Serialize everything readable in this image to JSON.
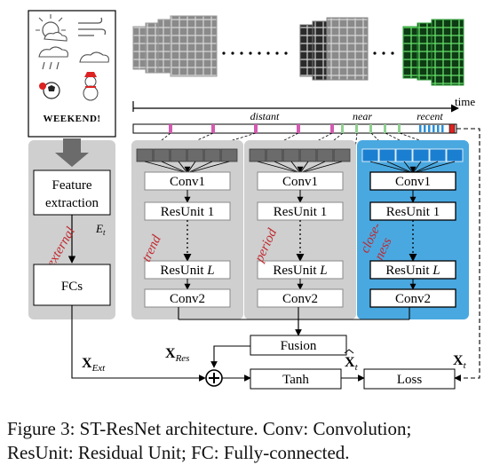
{
  "timeline": {
    "axis_label": "time",
    "distant_label": "distant",
    "near_label": "near",
    "recent_label": "recent"
  },
  "external": {
    "weekend_label": "WEEKEND!",
    "feature_box": "Feature extraction",
    "feature_line1": "Feature",
    "feature_line2": "extraction",
    "e_label": "E",
    "e_sub": "t",
    "branch_label": "external",
    "fc_box": "FCs"
  },
  "branches": [
    {
      "name": "trend",
      "label": "trend",
      "color": "#cfcfcf",
      "conv1": "Conv1",
      "res1": "ResUnit 1",
      "resL_prefix": "ResUnit ",
      "resL_var": "L",
      "conv2": "Conv2"
    },
    {
      "name": "period",
      "label": "period",
      "color": "#cfcfcf",
      "conv1": "Conv1",
      "res1": "ResUnit 1",
      "resL_prefix": "ResUnit ",
      "resL_var": "L",
      "conv2": "Conv2"
    },
    {
      "name": "closeness",
      "label1": "close-",
      "label2": "ness",
      "color": "#4aa8e0",
      "conv1": "Conv1",
      "res1": "ResUnit 1",
      "resL_prefix": "ResUnit ",
      "resL_var": "L",
      "conv2": "Conv2"
    }
  ],
  "fusion": {
    "fusion_box": "Fusion",
    "tanh_box": "Tanh",
    "loss_box": "Loss",
    "x_res": "X",
    "x_res_sub": "Res",
    "x_ext": "X",
    "x_ext_sub": "Ext",
    "x_hat": "X",
    "x_hat_sub": "t",
    "x_t": "X",
    "x_t_sub": "t"
  },
  "caption": {
    "line1": "Figure 3: ST-ResNet architecture. Conv: Convolution;",
    "line2": "ResUnit: Residual Unit; FC: Fully-connected."
  },
  "colors": {
    "gray_panel": "#cfcfcf",
    "blue_panel": "#4aa8e0",
    "label_red": "#c0282d",
    "arrow_gray": "#6b6b6b",
    "green_frame": "#2f9e3a",
    "pink_tick": "#d35ab0",
    "green_tick": "#8fd08f"
  }
}
